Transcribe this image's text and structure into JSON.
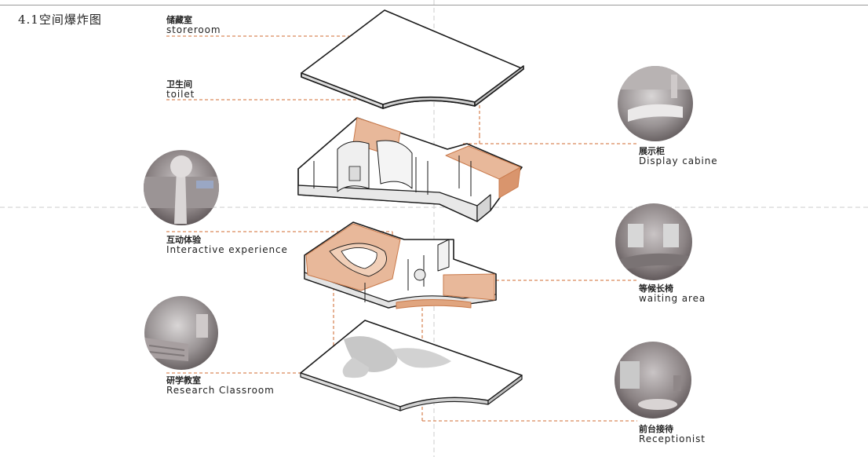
{
  "title": "4.1空间爆炸图",
  "labels": {
    "storeroom": {
      "zh": "储藏室",
      "en": "storeroom"
    },
    "toilet": {
      "zh": "卫生间",
      "en": "toilet"
    },
    "display": {
      "zh": "展示柜",
      "en": "Display cabine"
    },
    "interactive": {
      "zh": "互动体验",
      "en": "Interactive experience"
    },
    "waiting": {
      "zh": "等候长椅",
      "en": "waiting area"
    },
    "research": {
      "zh": "研学教室",
      "en": "Research Classroom"
    },
    "reception": {
      "zh": "前台接待",
      "en": "Receptionist"
    }
  },
  "colors": {
    "accent": "#d9895a",
    "accent_fill": "#e8b89a",
    "wall": "#ededed",
    "outline": "#1a1a1a"
  }
}
